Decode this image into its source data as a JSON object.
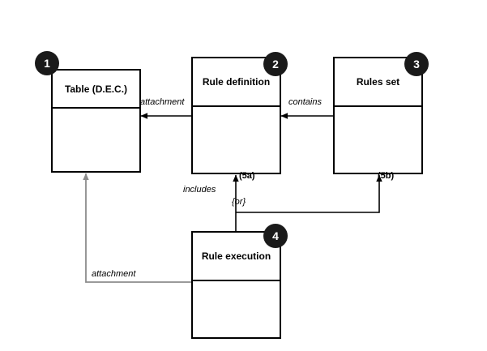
{
  "diagram": {
    "title_nodes": [
      {
        "id": 1,
        "label": "Table (D.E.C.)",
        "badge": "1"
      },
      {
        "id": 2,
        "label": "Rule definition",
        "badge": "2"
      },
      {
        "id": 3,
        "label": "Rules set",
        "badge": "3"
      },
      {
        "id": 4,
        "label": "Rule execution",
        "badge": "4"
      }
    ],
    "edge_labels": [
      {
        "id": "attachment-top",
        "text": "attachment"
      },
      {
        "id": "contains",
        "text": "contains"
      },
      {
        "id": "includes",
        "text": "includes"
      },
      {
        "id": "or",
        "text": "{or}"
      },
      {
        "id": "attachment-bottom",
        "text": "attachment"
      }
    ],
    "step_labels": [
      {
        "id": "step-5a",
        "text": "(5a)"
      },
      {
        "id": "step-5b",
        "text": "(5b)"
      }
    ],
    "colors": {
      "badge_fill": "#1a1a1a",
      "badge_text": "#ffffff",
      "line": "#000000",
      "background": "#ffffff"
    }
  }
}
